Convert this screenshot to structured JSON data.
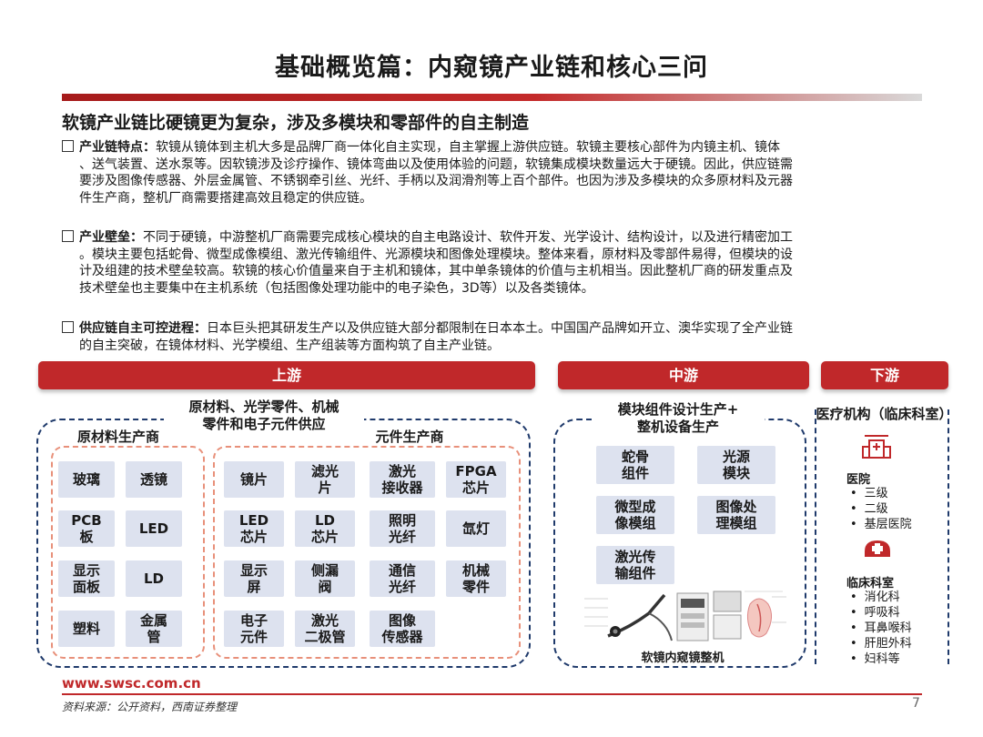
{
  "header": {
    "title": "基础概览篇：内窥镜产业链和核心三问",
    "subtitle": "软镜产业链比硬镜更为复杂，涉及多模块和零部件的自主制造"
  },
  "paragraphs": [
    {
      "label": "产业链特点：",
      "lines": [
        "软镜从镜体到主机大多是品牌厂商一体化自主实现，自主掌握上游供应链。软镜主要核心部件为内镜主机、镜体",
        "、送气装置、送水泵等。因软镜涉及诊疗操作、镜体弯曲以及使用体验的问题，软镜集成模块数量远大于硬镜。因此，供应链需",
        "要涉及图像传感器、外层金属管、不锈钢牵引丝、光纤、手柄以及润滑剂等上百个部件。也因为涉及多模块的众多原材料及元器",
        "件生产商，整机厂商需要搭建高效且稳定的供应链。"
      ]
    },
    {
      "label": "产业壁垒：",
      "lines": [
        "不同于硬镜，中游整机厂商需要完成核心模块的自主电路设计、软件开发、光学设计、结构设计，以及进行精密加工",
        "。模块主要包括蛇骨、微型成像模组、激光传输组件、光源模块和图像处理模块。整体来看，原材料及零部件易得，但模块的设",
        "计及组建的技术壁垒较高。软镜的核心价值量来自于主机和镜体，其中单条镜体的价值与主机相当。因此整机厂商的研发重点及",
        "技术壁垒也主要集中在主机系统（包括图像处理功能中的电子染色，3D等）以及各类镜体。"
      ]
    },
    {
      "label": "供应链自主可控进程：",
      "lines": [
        "日本巨头把其研发生产以及供应链大部分都限制在日本本土。中国国产品牌如开立、澳华实现了全产业链",
        "的自主突破，在镜体材料、光学模组、生产组装等方面构筑了自主产业链。"
      ]
    }
  ],
  "stages": {
    "upstream": "上游",
    "midstream": "中游",
    "downstream": "下游"
  },
  "upstream": {
    "group_title_line1": "原材料、光学零件、机械",
    "group_title_line2": "零件和电子元件供应",
    "raw_title": "原材料生产商",
    "comp_title": "元件生产商",
    "raw_cells": [
      [
        "玻璃"
      ],
      [
        "透镜"
      ],
      [
        "PCB",
        "板"
      ],
      [
        "LED"
      ],
      [
        "显示",
        "面板"
      ],
      [
        "LD"
      ],
      [
        "塑料"
      ],
      [
        "金属",
        "管"
      ]
    ],
    "comp_cells": [
      [
        "镜片"
      ],
      [
        "滤光",
        "片"
      ],
      [
        "激光",
        "接收器"
      ],
      [
        "FPGA",
        "芯片"
      ],
      [
        "LED",
        "芯片"
      ],
      [
        "LD",
        "芯片"
      ],
      [
        "照明",
        "光纤"
      ],
      [
        "氙灯"
      ],
      [
        "显示",
        "屏"
      ],
      [
        "侧漏",
        "阀"
      ],
      [
        "通信",
        "光纤"
      ],
      [
        "机械",
        "零件"
      ],
      [
        "电子",
        "元件"
      ],
      [
        "激光",
        "二极管"
      ],
      [
        "图像",
        "传感器"
      ]
    ]
  },
  "midstream": {
    "title_line1": "模块组件设计生产+",
    "title_line2": "整机设备生产",
    "cells": [
      [
        "蛇骨",
        "组件"
      ],
      [
        "光源",
        "模块"
      ],
      [
        "微型成",
        "像模组"
      ],
      [
        "图像处",
        "理模组"
      ],
      [
        "激光传",
        "输组件"
      ]
    ],
    "machine_caption": "软镜内窥镜整机"
  },
  "downstream": {
    "title": "医疗机构（临床科室）",
    "hospital_label": "医院",
    "hospital_items": [
      "三级",
      "二级",
      "基层医院"
    ],
    "dept_label": "临床科室",
    "dept_items": [
      "消化科",
      "呼吸科",
      "耳鼻喉科",
      "肝胆外科",
      "妇科等"
    ]
  },
  "footer": {
    "url": "www.swsc.com.cn",
    "source": "资料来源：公开资料，西南证券整理",
    "page": "7"
  },
  "colors": {
    "brand_red": "#c0282a",
    "navy": "#1f3a6b",
    "salmon": "#e8907a",
    "cell_bg": "#dde2ef"
  }
}
